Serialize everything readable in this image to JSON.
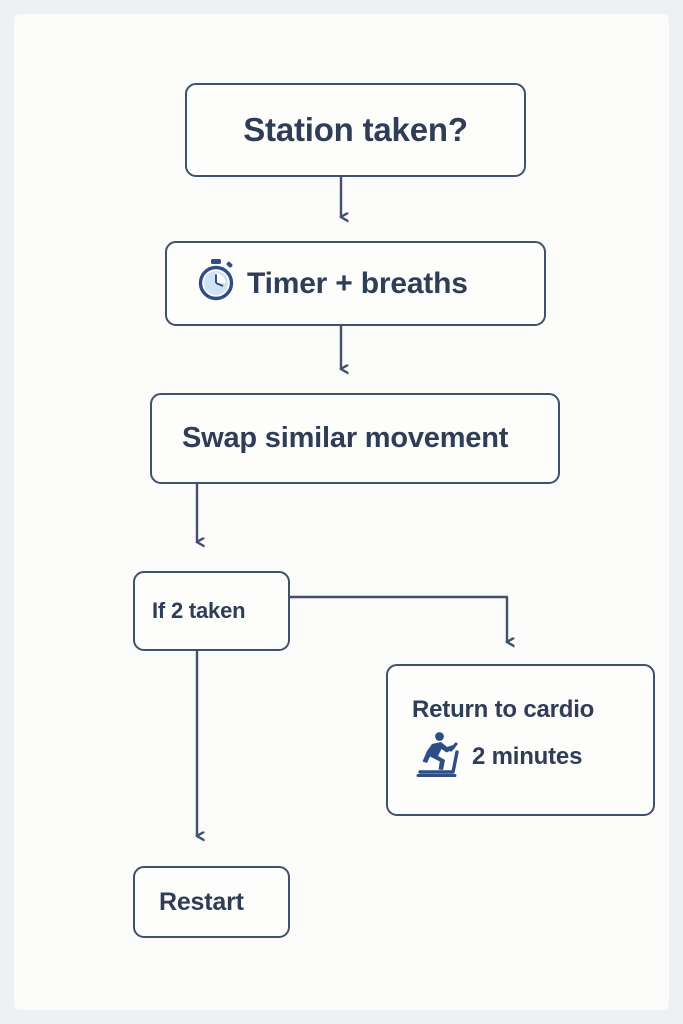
{
  "diagram": {
    "type": "flowchart",
    "background": "#fbfbf9",
    "page_background": "#eef1f4",
    "stroke_color": "#41506b",
    "text_color": "#2f3d57",
    "nodes": [
      {
        "id": "station",
        "label": "Station taken?",
        "icon": null
      },
      {
        "id": "timer",
        "label": "Timer + breaths",
        "icon": "stopwatch-icon"
      },
      {
        "id": "swap",
        "label": "Swap similar movement",
        "icon": null
      },
      {
        "id": "if2",
        "label": "If 2 taken",
        "icon": null
      },
      {
        "id": "cardio",
        "label_line1": "Return to cardio",
        "label_line2": "2 minutes",
        "icon": "treadmill-icon"
      },
      {
        "id": "restart",
        "label": "Restart",
        "icon": null
      }
    ],
    "edges": [
      {
        "from": "station",
        "to": "timer",
        "style": "arrow-down"
      },
      {
        "from": "timer",
        "to": "swap",
        "style": "arrow-down"
      },
      {
        "from": "swap",
        "to": "if2",
        "style": "arrow-down"
      },
      {
        "from": "if2",
        "to": "cardio",
        "style": "elbow-right-down"
      },
      {
        "from": "if2",
        "to": "restart",
        "style": "arrow-down"
      }
    ]
  }
}
